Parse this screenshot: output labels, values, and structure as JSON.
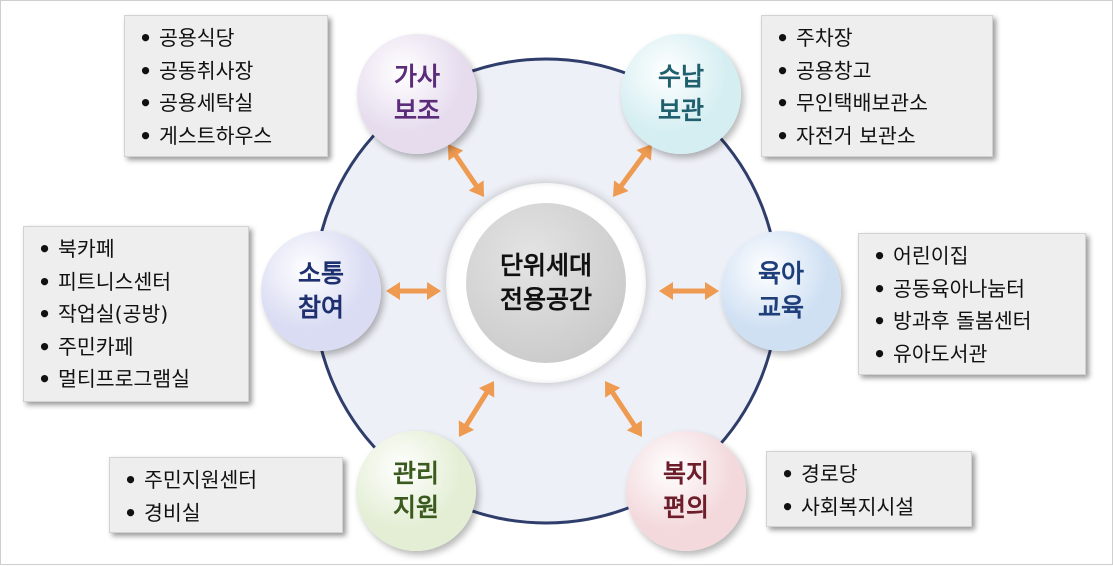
{
  "center": {
    "label": "단위세대\n전용공간"
  },
  "categories": [
    {
      "id": "housework",
      "label": "가사\n보조",
      "color": "#5b2c7a",
      "bg": "#e6dcee",
      "items": [
        "공용식당",
        "공동취사장",
        "공용세탁실",
        "게스트하우스"
      ]
    },
    {
      "id": "storage",
      "label": "수납\n보관",
      "color": "#1f5f6e",
      "bg": "#d5eef2",
      "items": [
        "주차장",
        "공용창고",
        "무인택배보관소",
        "자전거 보관소"
      ]
    },
    {
      "id": "childcare",
      "label": "육아\n교육",
      "color": "#1f3f7a",
      "bg": "#cfe0f3",
      "items": [
        "어린이집",
        "공동육아나눔터",
        "방과후 돌봄센터",
        "유아도서관"
      ]
    },
    {
      "id": "welfare",
      "label": "복지\n편의",
      "color": "#6e1e2b",
      "bg": "#f3d9dc",
      "items": [
        "경로당",
        "사회복지시설"
      ]
    },
    {
      "id": "management",
      "label": "관리\n지원",
      "color": "#3a5a1e",
      "bg": "#e3eed4",
      "items": [
        "주민지원센터",
        "경비실"
      ]
    },
    {
      "id": "community",
      "label": "소통\n참여",
      "color": "#1f3070",
      "bg": "#d9dcf3",
      "items": [
        "북카페",
        "피트니스센터",
        "작업실(공방)",
        "주민카페",
        "멀티프로그램실"
      ]
    }
  ],
  "bullet": "•",
  "colors": {
    "ring": "#2f3d6b",
    "ring_fill": "#eef0f7",
    "arrow": "#ee9a50"
  }
}
